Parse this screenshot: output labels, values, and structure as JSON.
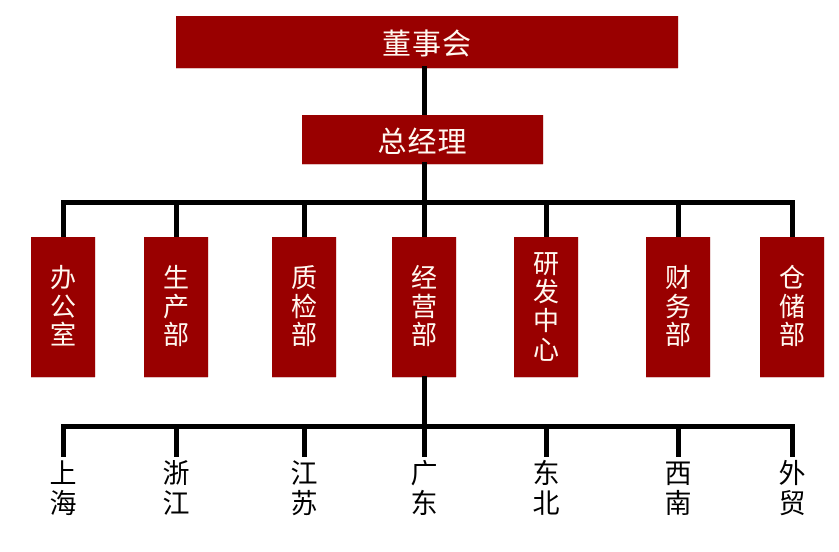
{
  "org_chart": {
    "root": "董事会",
    "general_manager": "总经理",
    "departments": [
      "办公室",
      "生产部",
      "质检部",
      "经营部",
      "研发中心",
      "财务部",
      "仓储部"
    ],
    "regions": [
      "上海",
      "浙江",
      "江苏",
      "广东",
      "东北",
      "西南",
      "外贸"
    ],
    "structure": [
      {
        "parent": "董事会",
        "children": [
          "总经理"
        ]
      },
      {
        "parent": "总经理",
        "children": [
          "办公室",
          "生产部",
          "质检部",
          "经营部",
          "研发中心",
          "财务部",
          "仓储部"
        ]
      },
      {
        "parent": "经营部",
        "children": [
          "上海",
          "浙江",
          "江苏",
          "广东",
          "东北",
          "西南",
          "外贸"
        ]
      }
    ],
    "colors": {
      "box_fill": "#990000",
      "box_text": "#FFF8F0",
      "line": "#000000",
      "background": "#FFFFFF"
    }
  }
}
